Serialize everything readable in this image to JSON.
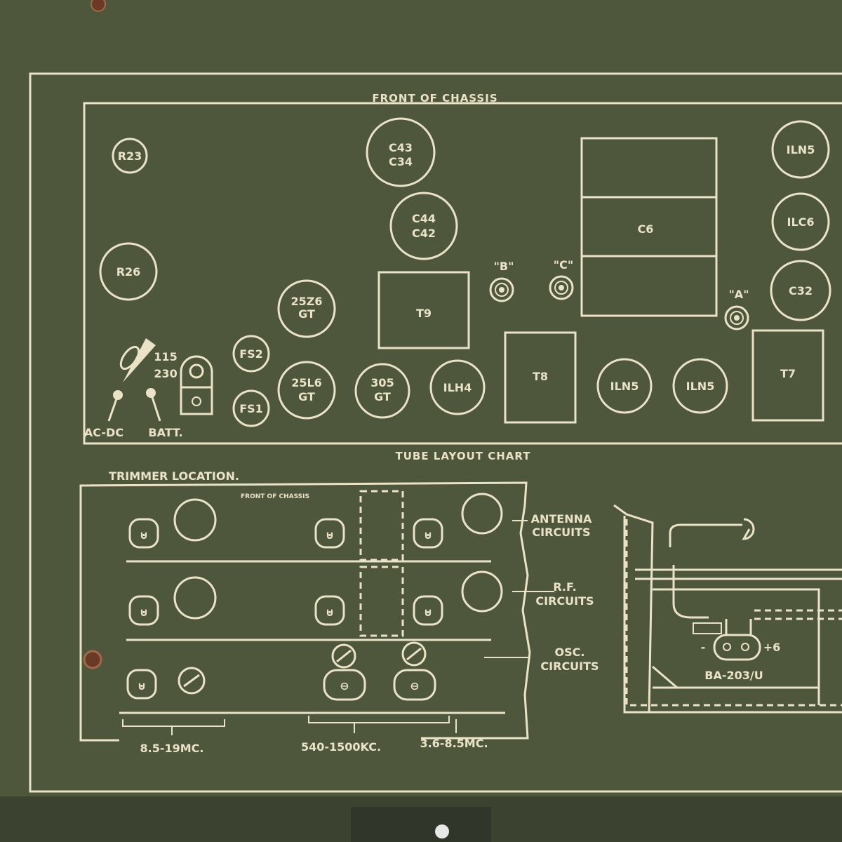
{
  "headings": {
    "front_of_chassis": "FRONT OF CHASSIS",
    "tube_layout_chart": "TUBE LAYOUT CHART",
    "trimmer_location": "TRIMMER LOCATION.",
    "trimmer_front_of_chassis": "FRONT OF CHASSIS"
  },
  "components": {
    "r23": "R23",
    "r26": "R26",
    "c43": "C43",
    "c34": "C34",
    "c44": "C44",
    "c42": "C42",
    "t9": "T9",
    "t8": "T8",
    "t7": "T7",
    "c6": "C6",
    "jack_b": "\"B\"",
    "jack_c": "\"C\"",
    "jack_a": "\"A\"",
    "tube_25z6_a": "25Z6",
    "tube_25z6_b": "GT",
    "tube_25l6_a": "25L6",
    "tube_25l6_b": "GT",
    "tube_305_a": "305",
    "tube_305_b": "GT",
    "fs2": "FS2",
    "fs1": "FS1",
    "ilh4": "ILH4",
    "iln5_1": "ILN5",
    "iln5_2": "ILN5",
    "iln5_3": "ILN5",
    "ilc6": "ILC6",
    "c32": "C32",
    "v115": "115",
    "v230": "230",
    "ac_dc": "AC-DC",
    "batt": "BATT."
  },
  "trimmer": {
    "antenna_a": "ANTENNA",
    "antenna_b": "CIRCUITS",
    "rf_a": "R.F.",
    "rf_b": "CIRCUITS",
    "osc_a": "OSC.",
    "osc_b": "CIRCUITS",
    "band1": "8.5-19MC.",
    "band2": "540-1500KC.",
    "band3": "3.6-8.5MC."
  },
  "battery": {
    "model": "BA-203/U",
    "plus": "+6",
    "minus": "-"
  }
}
